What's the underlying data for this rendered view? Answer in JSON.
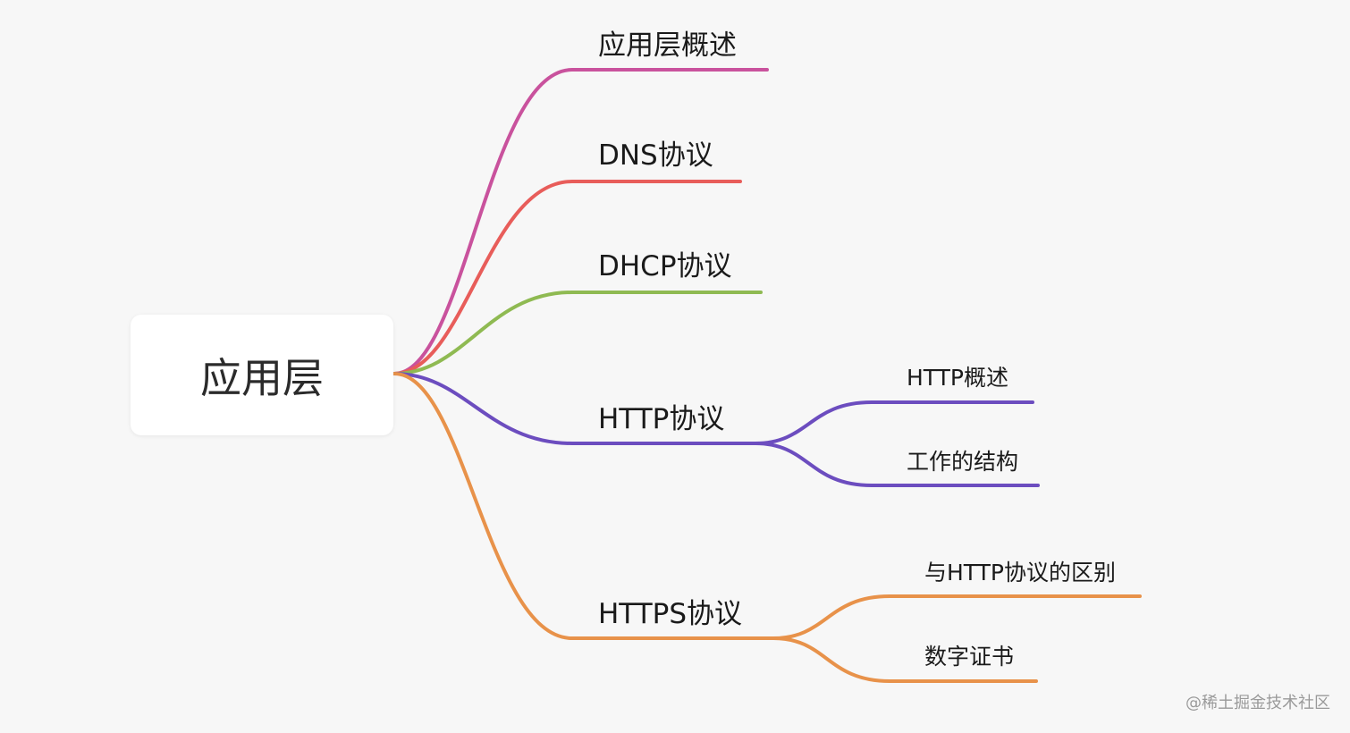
{
  "root": {
    "label": "应用层"
  },
  "colors": {
    "overview": "#c9529d",
    "dns": "#e85d5a",
    "dhcp": "#8fba52",
    "http": "#6c4dbf",
    "https": "#e8924a"
  },
  "branches": [
    {
      "id": "overview",
      "label": "应用层概述",
      "children": []
    },
    {
      "id": "dns",
      "label": "DNS协议",
      "children": []
    },
    {
      "id": "dhcp",
      "label": "DHCP协议",
      "children": []
    },
    {
      "id": "http",
      "label": "HTTP协议",
      "children": [
        {
          "label": "HTTP概述"
        },
        {
          "label": "工作的结构"
        }
      ]
    },
    {
      "id": "https",
      "label": "HTTPS协议",
      "children": [
        {
          "label": "与HTTP协议的区别"
        },
        {
          "label": "数字证书"
        }
      ]
    }
  ],
  "watermark": "@稀土掘金技术社区"
}
